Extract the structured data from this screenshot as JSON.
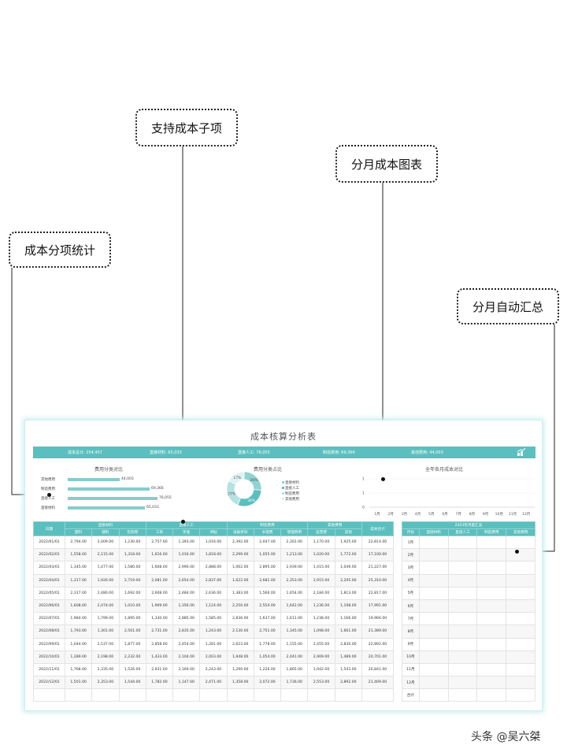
{
  "callouts": {
    "subitems": "支持成本子项",
    "monthly_chart": "分月成本图表",
    "category_stats": "成本分项统计",
    "monthly_summary": "分月自动汇总"
  },
  "sheet": {
    "title": "成本核算分析表",
    "kpis": [
      {
        "label": "成本总计:",
        "value": "254,457"
      },
      {
        "label": "直接材料:",
        "value": "65,033"
      },
      {
        "label": "直接人工:",
        "value": "76,055"
      },
      {
        "label": "制造费用:",
        "value": "69,366"
      },
      {
        "label": "其他费用:",
        "value": "44,003"
      }
    ],
    "kpi_icon": "line-chart-icon",
    "accent_color": "#5bbfbf"
  },
  "bar_panel": {
    "title": "费用分类对比",
    "items": [
      {
        "label": "其他费用",
        "value": 44003,
        "display": "44,003"
      },
      {
        "label": "制造费用",
        "value": 69366,
        "display": "69,366"
      },
      {
        "label": "直接人工",
        "value": 76055,
        "display": "76,055"
      },
      {
        "label": "直接材料",
        "value": 65033,
        "display": "65,033"
      }
    ]
  },
  "pie_panel": {
    "title": "费用分类占比",
    "slices": [
      {
        "label": "直接材料",
        "percent": 26,
        "color": "#8fd3d3"
      },
      {
        "label": "直接人工",
        "percent": 30,
        "color": "#5bbfbf"
      },
      {
        "label": "制造费用",
        "percent": 27,
        "color": "#b5e2e2"
      },
      {
        "label": "其他费用",
        "percent": 17,
        "color": "#dff2f2"
      }
    ],
    "slice_labels": [
      "26%",
      "30%",
      "27%",
      "17%"
    ]
  },
  "line_panel": {
    "title": "全年各月成本对比",
    "y_ticks": [
      "1",
      "1",
      "0"
    ],
    "months": [
      "1月",
      "2月",
      "3月",
      "4月",
      "5月",
      "6月",
      "7月",
      "8月",
      "9月",
      "10月",
      "11月",
      "12月"
    ]
  },
  "main_table": {
    "group_headers": [
      "日期",
      "直接材料",
      "直接人工",
      "制造费用",
      "其他费用",
      "成本合计"
    ],
    "sub_headers": [
      "面料",
      "辅料",
      "包装物",
      "工资",
      "奖金",
      "津贴",
      "设备折旧",
      "水电费",
      "管理费用",
      "运营费",
      "其他"
    ],
    "rows": [
      [
        "2022/01/01",
        "2,794.00",
        "2,009.00",
        "1,230.00",
        "2,757.00",
        "1,393.00",
        "1,016.00",
        "2,392.00",
        "2,047.00",
        "2,301.00",
        "1,170.00",
        "1,925.00",
        "22,814.00"
      ],
      [
        "2022/02/01",
        "1,558.00",
        "2,115.00",
        "1,318.00",
        "1,616.00",
        "1,016.00",
        "1,818.00",
        "2,299.00",
        "1,055.00",
        "1,213.00",
        "1,020.00",
        "1,772.00",
        "17,100.00"
      ],
      [
        "2022/03/01",
        "1,345.00",
        "1,477.00",
        "1,580.00",
        "1,608.00",
        "2,990.00",
        "2,888.00",
        "1,062.00",
        "2,895.00",
        "2,939.00",
        "1,415.00",
        "1,049.00",
        "21,227.00"
      ],
      [
        "2022/04/01",
        "1,317.00",
        "1,926.00",
        "2,719.00",
        "2,081.00",
        "2,654.00",
        "2,837.00",
        "1,622.00",
        "2,681.00",
        "2,353.00",
        "2,915.00",
        "2,205.00",
        "25,310.00"
      ],
      [
        "2022/05/01",
        "2,317.00",
        "2,480.00",
        "1,692.00",
        "2,608.00",
        "2,484.00",
        "2,636.00",
        "1,383.00",
        "1,566.00",
        "1,654.00",
        "2,184.00",
        "1,813.00",
        "22,817.00"
      ],
      [
        "2022/06/01",
        "1,608.00",
        "2,074.00",
        "1,010.00",
        "1,909.00",
        "1,356.00",
        "1,124.00",
        "2,250.00",
        "2,554.00",
        "1,642.00",
        "1,236.00",
        "1,198.00",
        "17,991.00"
      ],
      [
        "2022/07/01",
        "1,984.00",
        "1,799.00",
        "1,895.00",
        "1,330.00",
        "2,885.00",
        "1,585.00",
        "2,836.00",
        "1,637.00",
        "1,611.00",
        "1,238.00",
        "1,166.00",
        "19,966.00"
      ],
      [
        "2022/08/01",
        "1,793.00",
        "1,301.00",
        "2,501.00",
        "2,731.00",
        "2,835.00",
        "1,243.00",
        "2,130.00",
        "2,751.00",
        "1,345.00",
        "1,098.00",
        "1,661.00",
        "21,389.00"
      ],
      [
        "2022/09/01",
        "1,044.00",
        "2,537.00",
        "1,877.00",
        "2,858.00",
        "2,454.00",
        "1,281.00",
        "2,623.00",
        "1,778.00",
        "1,155.00",
        "2,455.00",
        "2,830.00",
        "22,892.00"
      ],
      [
        "2022/10/01",
        "1,289.00",
        "2,198.00",
        "2,232.00",
        "1,433.00",
        "2,104.00",
        "2,003.00",
        "1,948.00",
        "1,054.00",
        "2,041.00",
        "2,909.00",
        "1,489.00",
        "20,701.00"
      ],
      [
        "2022/11/01",
        "1,768.00",
        "1,335.00",
        "1,526.00",
        "2,931.00",
        "2,169.00",
        "2,243.00",
        "1,290.00",
        "1,226.00",
        "1,865.00",
        "1,942.00",
        "1,543.00",
        "20,841.00"
      ],
      [
        "2022/12/01",
        "1,501.00",
        "2,353.00",
        "1,544.00",
        "1,782.00",
        "1,147.00",
        "2,471.00",
        "1,358.00",
        "2,072.00",
        "1,736.00",
        "2,553.00",
        "2,892.00",
        "21,409.00"
      ],
      [
        "",
        "",
        "",
        "",
        "",
        "",
        "",
        "",
        "",
        "",
        "",
        "",
        ""
      ]
    ]
  },
  "summary_table": {
    "title": "2023年月度汇总",
    "headers": [
      "月份",
      "直接材料",
      "直接人工",
      "制造费用",
      "其他费用"
    ],
    "rows": [
      "1月",
      "2月",
      "3月",
      "4月",
      "5月",
      "6月",
      "7月",
      "8月",
      "9月",
      "10月",
      "11月",
      "12月",
      "合计"
    ]
  },
  "watermark": "头条 @吴六桀"
}
